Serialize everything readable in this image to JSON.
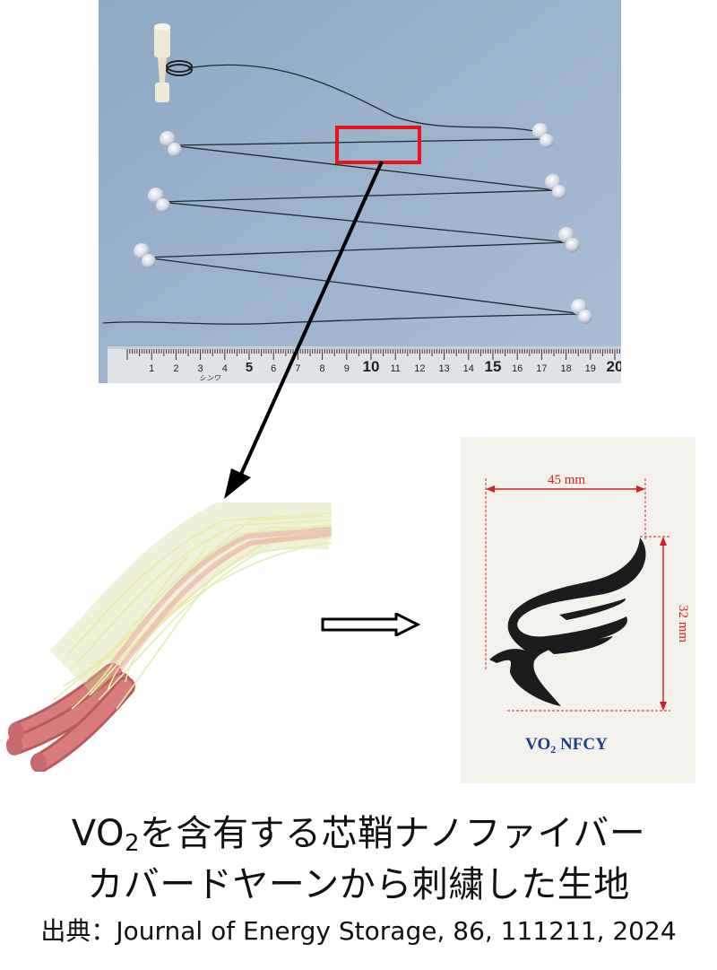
{
  "top_photo": {
    "ruler_numbers": [
      "1",
      "2",
      "3",
      "4",
      "5",
      "6",
      "7",
      "8",
      "9",
      "10",
      "11",
      "12",
      "13",
      "14",
      "15",
      "16",
      "17",
      "18",
      "19",
      "20"
    ],
    "ruler_brand": "シンワ"
  },
  "fabric_photo": {
    "width_dimension": "45 mm",
    "height_dimension": "32 mm",
    "label_prefix": "VO",
    "label_subscript": "2",
    "label_suffix": " NFCY"
  },
  "caption": {
    "line1_prefix": "VO",
    "line1_subscript": "2",
    "line1_suffix": "を含有する芯鞘ナノファイバー",
    "line2": "カバードヤーンから刺繍した生地",
    "source": "出典：Journal of Energy Storage, 86, 111211, 2024"
  },
  "colors": {
    "highlight_box": "#e8141c",
    "dimension_lines": "#d42020",
    "fabric_label": "#1c3f8c",
    "sheath_fibers": "#e8ecb0",
    "core_fibers": "#d97c7c"
  }
}
